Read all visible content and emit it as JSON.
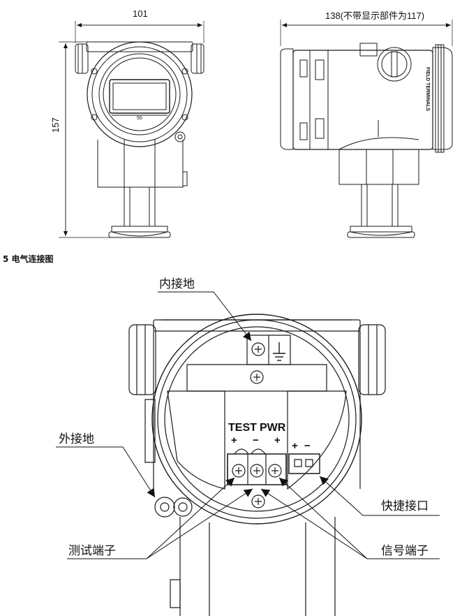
{
  "front_view": {
    "width_dim": "101",
    "height_dim": "157",
    "display_scale": "50"
  },
  "side_view": {
    "depth_dim": "138(不带显示部件为117)",
    "terminal_label": "FIELD TERMINALS"
  },
  "section_title": "5  电气连接图",
  "wiring": {
    "internal_ground": "内接地",
    "external_ground": "外接地",
    "quick_connector": "快捷接口",
    "test_terminal": "测试端子",
    "signal_terminal": "信号端子",
    "test_label": "TEST",
    "pwr_label": "PWR",
    "test_plus": "+",
    "test_minus": "−",
    "pwr_plus": "+",
    "quick_plus": "+",
    "quick_minus": "−"
  },
  "colors": {
    "line": "#1a1a1a",
    "background": "#ffffff"
  }
}
